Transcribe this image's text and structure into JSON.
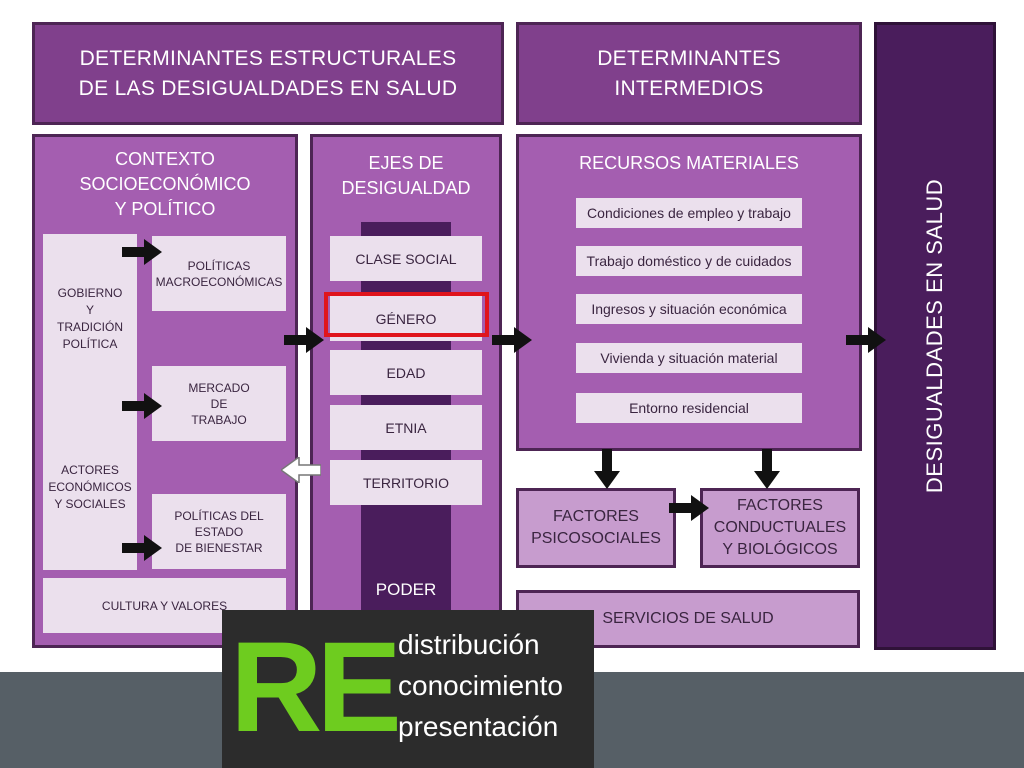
{
  "header": {
    "structural": "DETERMINANTES ESTRUCTURALES\nDE LAS DESIGUALDADES EN SALUD",
    "intermediate": "DETERMINANTES\nINTERMEDIOS"
  },
  "context": {
    "title": "CONTEXTO\nSOCIOECONÓMICO\nY POLÍTICO",
    "left_top": "GOBIERNO\nY\nTRADICIÓN\nPOLÍTICA",
    "left_bottom": "ACTORES\nECONÓMICOS\nY SOCIALES",
    "policies": [
      "POLÍTICAS\nMACROECONÓMICAS",
      "MERCADO\nDE\nTRABAJO",
      "POLÍTICAS DEL\nESTADO\nDE BIENESTAR"
    ],
    "culture": "CULTURA Y VALORES"
  },
  "axes": {
    "title": "EJES DE\nDESIGUALDAD",
    "items": [
      "CLASE SOCIAL",
      "GÉNERO",
      "EDAD",
      "ETNIA",
      "TERRITORIO"
    ],
    "highlighted": "GÉNERO",
    "power": "PODER"
  },
  "resources": {
    "title": "RECURSOS MATERIALES",
    "items": [
      "Condiciones de empleo y trabajo",
      "Trabajo doméstico y de cuidados",
      "Ingresos y situación económica",
      "Vivienda y situación material",
      "Entorno residencial"
    ]
  },
  "factors": {
    "psychosocial": "FACTORES\nPSICOSOCIALES",
    "behavioral": "FACTORES\nCONDUCTUALES\nY BIOLÓGICOS"
  },
  "services": "SERVICIOS DE SALUD",
  "outcome": "DESIGUALDADES EN SALUD",
  "logo": {
    "letters": "RE",
    "words": [
      "distribución",
      "conocimiento",
      "presentación"
    ]
  },
  "colors": {
    "header_purple": "#80408c",
    "panel_purple": "#a45eb0",
    "dark_purple": "#4a1d5c",
    "highlight_red": "#e0141c",
    "logo_green": "#6ecc1f"
  }
}
